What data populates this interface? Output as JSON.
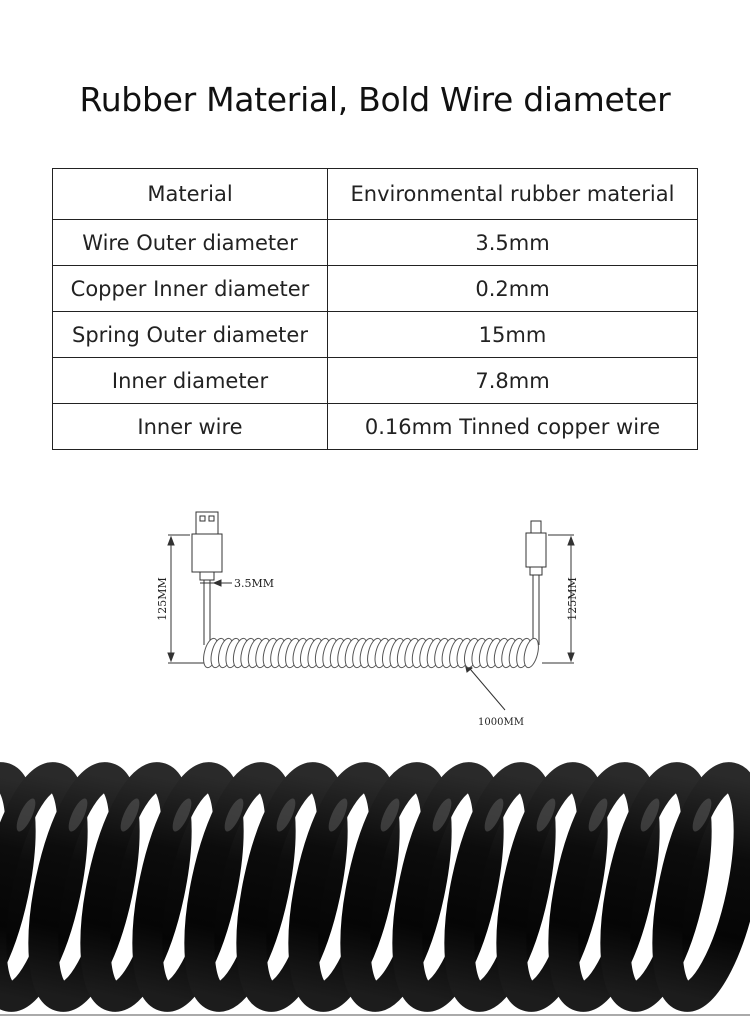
{
  "title": "Rubber Material, Bold Wire diameter",
  "spec_table": [
    {
      "label": "Material",
      "value": "Environmental rubber material"
    },
    {
      "label": "Wire Outer diameter",
      "value": "3.5mm"
    },
    {
      "label": "Copper Inner diameter",
      "value": "0.2mm"
    },
    {
      "label": "Spring Outer diameter",
      "value": "15mm"
    },
    {
      "label": "Inner diameter",
      "value": "7.8mm"
    },
    {
      "label": "Inner wire",
      "value": "0.16mm Tinned copper wire"
    }
  ],
  "diagram": {
    "left_height": "125MM",
    "right_height": "125MM",
    "wire_diameter": "3.5MM",
    "coil_length": "1000MM"
  },
  "colors": {
    "cable": "#111111",
    "line": "#222222"
  }
}
